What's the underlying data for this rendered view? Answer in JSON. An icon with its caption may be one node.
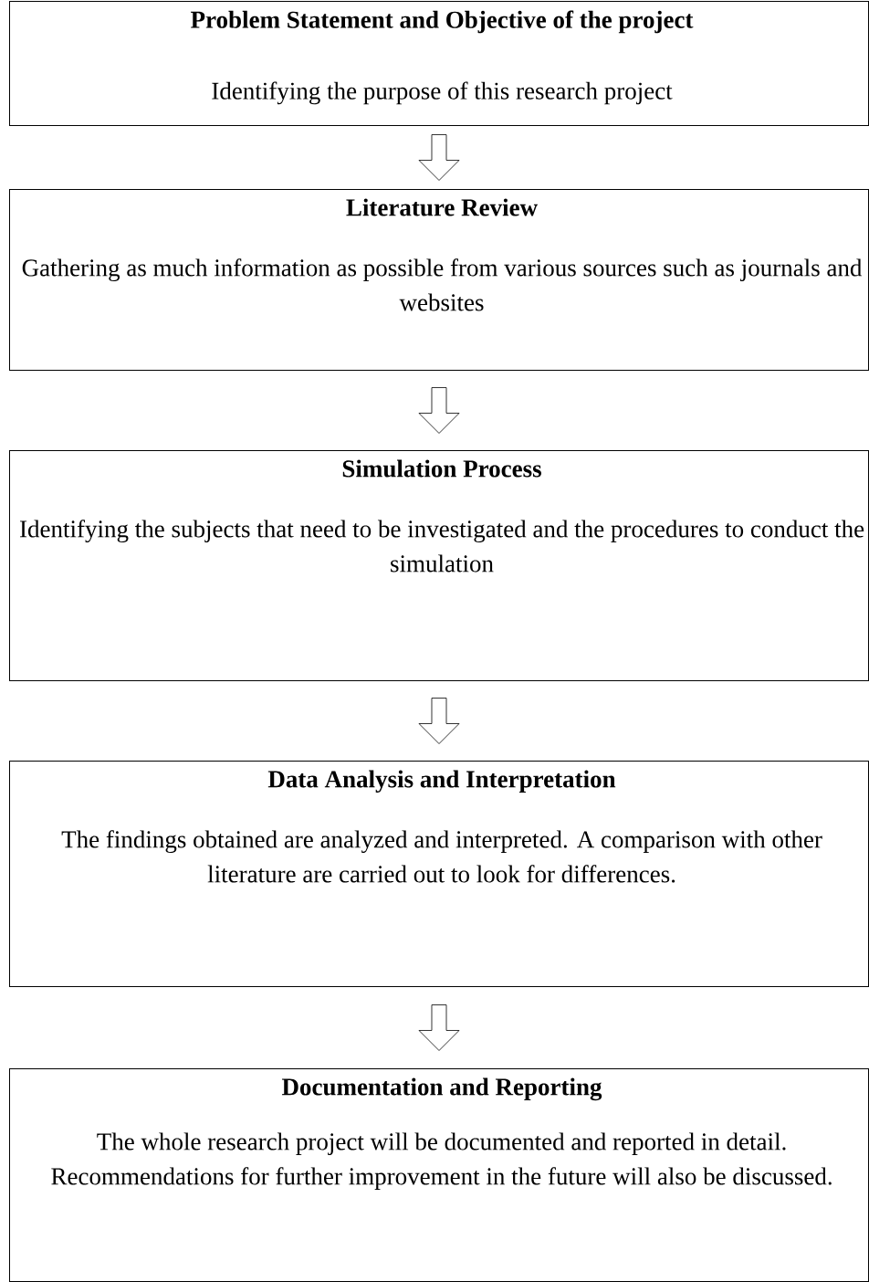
{
  "diagram": {
    "nodes": [
      {
        "text": [
          "Problem Statement and Objective of the project",
          "Identifying the purpose of this research project"
        ]
      },
      {
        "text": [
          "Literature Review",
          "Gathering as much information as possible from various sources such as journals and websites"
        ]
      },
      {
        "text": [
          "Simulation Process",
          "Identifying the subjects that need to be investigated and the procedures to conduct the simulation"
        ]
      },
      {
        "text": [
          "Data Analysis and Interpretation",
          "The findings obtained are analyzed and interpreted. A comparison with other literature are carried out to look for differences."
        ]
      },
      {
        "text": [
          "Documentation and Reporting",
          "The whole research project will be documented and reported in detail. Recommendations for further improvement in the future will also be discussed."
        ]
      }
    ],
    "edges": [
      {
        "from": 0,
        "to": 1,
        "arrow": "to"
      },
      {
        "from": 1,
        "to": 2,
        "arrow": "to"
      },
      {
        "from": 2,
        "to": 3,
        "arrow": "to"
      },
      {
        "from": 3,
        "to": 4,
        "arrow": "to"
      }
    ]
  }
}
